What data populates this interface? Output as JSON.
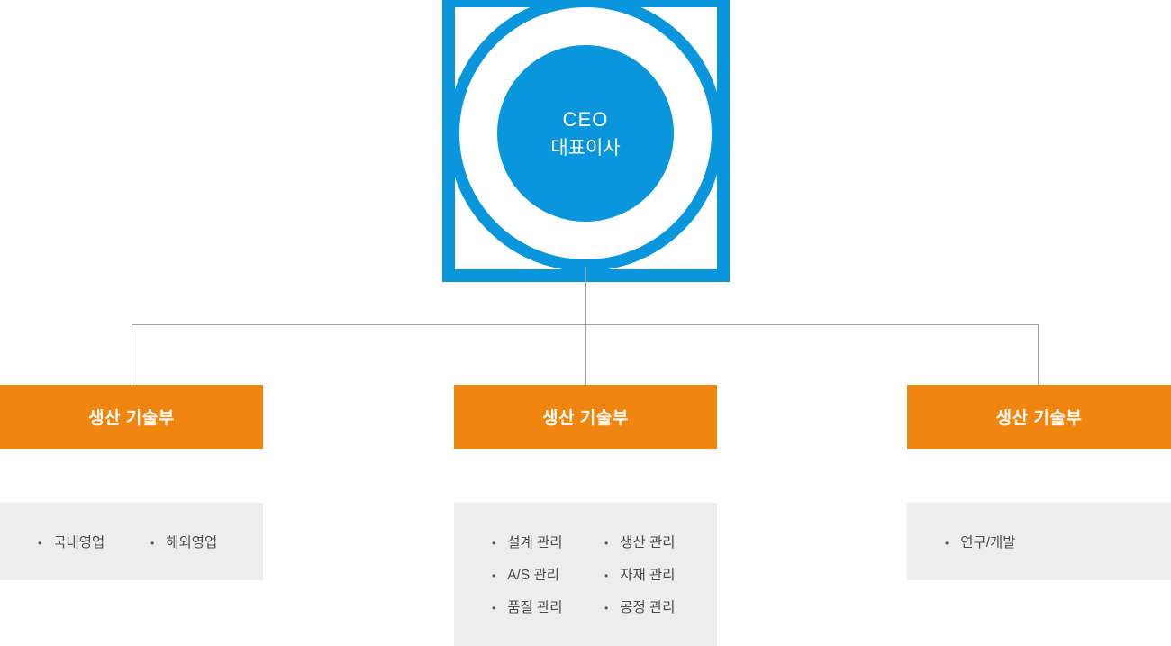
{
  "ceo": {
    "title": "CEO",
    "subtitle": "대표이사"
  },
  "departments": [
    {
      "title": "생산 기술부",
      "columns": [
        [
          "국내영업"
        ],
        [
          "해외영업"
        ]
      ]
    },
    {
      "title": "생산 기술부",
      "columns": [
        [
          "설계 관리",
          "A/S 관리",
          "품질 관리"
        ],
        [
          "생산 관리",
          "자재 관리",
          "공정 관리"
        ]
      ]
    },
    {
      "title": "생산 기술부",
      "columns": [
        [
          "연구/개발"
        ]
      ]
    }
  ],
  "bullet": "•",
  "colors": {
    "blue": "#0996DC",
    "orange": "#F0850F",
    "panel_gray": "#EDEDED",
    "line_gray": "#A0A0A0",
    "text_dark": "#4A4A4A"
  }
}
